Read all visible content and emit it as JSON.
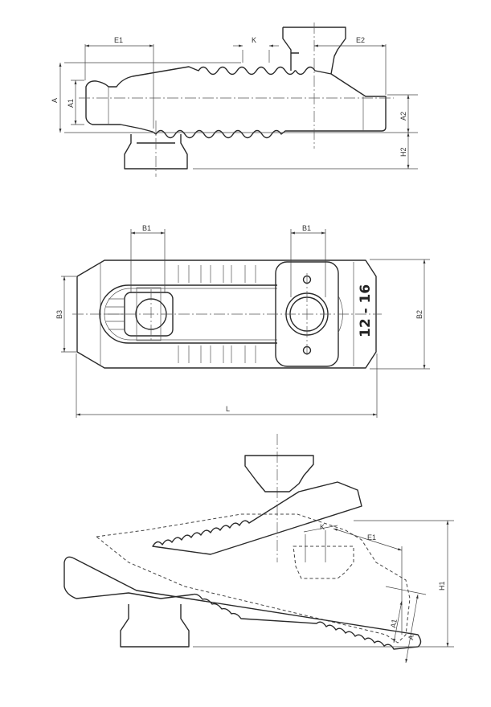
{
  "side_view": {
    "labels": {
      "E1": "E1",
      "K": "K",
      "E2": "E2",
      "A": "A",
      "A1": "A1",
      "A2": "A2",
      "H2": "H2"
    }
  },
  "top_view": {
    "labels": {
      "B1_left": "B1",
      "B1_right": "B1",
      "B3": "B3",
      "B2": "B2",
      "L": "L"
    },
    "size_marking": "12 - 16"
  },
  "tilted_view": {
    "labels": {
      "K": "K",
      "E1": "E1",
      "H1": "H1",
      "A1": "A1",
      "A": "A"
    }
  }
}
